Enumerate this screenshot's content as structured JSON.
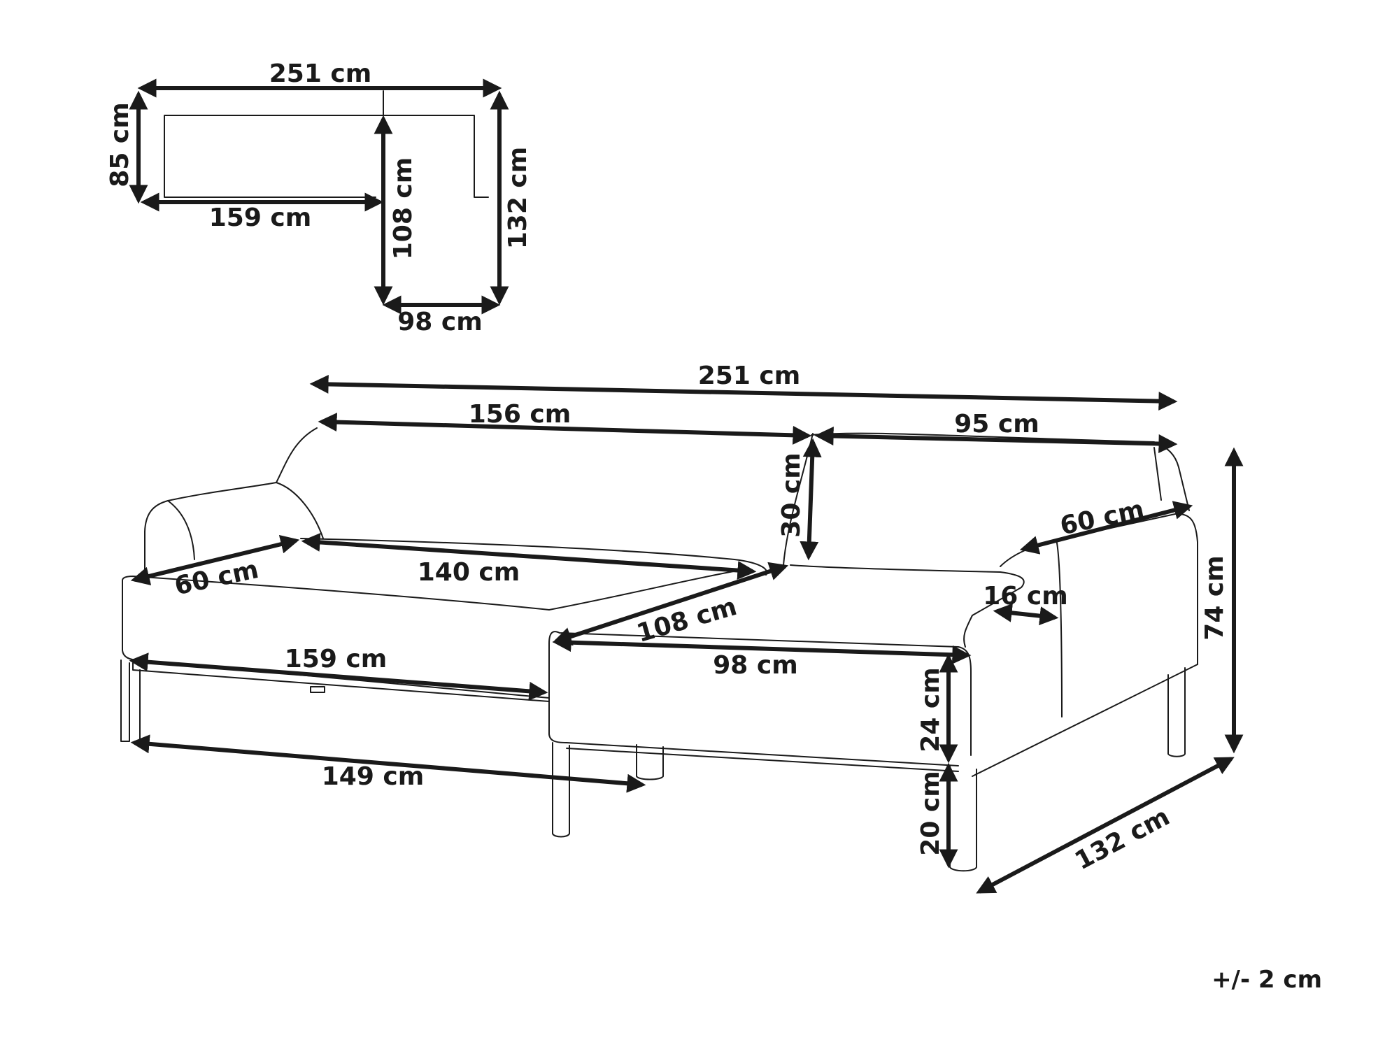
{
  "plan_view": {
    "total_width": "251 cm",
    "depth": "85 cm",
    "chaise_length": "132 cm",
    "inner_length": "108 cm",
    "sofa_section": "159 cm",
    "chaise_width": "98 cm"
  },
  "front_view": {
    "total_width": "251 cm",
    "sofa_back": "156 cm",
    "chaise_back": "95 cm",
    "back_height": "30 cm",
    "armrest_depth_left": "60 cm",
    "seat_width": "140 cm",
    "armrest_depth_right": "60 cm",
    "chaise_inner_length": "108 cm",
    "armrest_thickness": "16 cm",
    "chaise_width": "98 cm",
    "sofa_section": "159 cm",
    "seat_height": "24 cm",
    "leg_height": "20 cm",
    "base_width": "149 cm",
    "total_height": "74 cm",
    "chaise_length": "132 cm"
  },
  "tolerance": "+/- 2 cm"
}
